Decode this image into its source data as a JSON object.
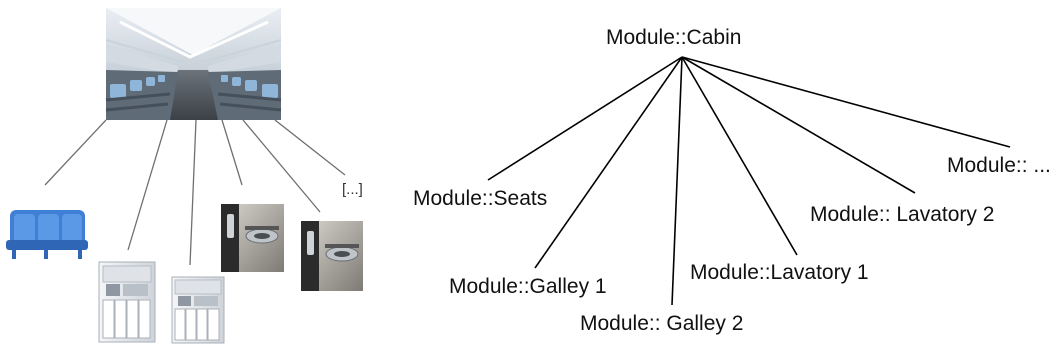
{
  "left_panel": {
    "cabin_photo_icon": "aircraft-cabin-interior",
    "seats_icon": "airline-seat-row",
    "galley_1_icon": "galley-unit",
    "galley_2_icon": "galley-unit",
    "lavatory_1_icon": "lavatory-sink",
    "lavatory_2_icon": "lavatory-sink",
    "more_text": "[...]"
  },
  "tree": {
    "root": "Module::Cabin",
    "children": [
      "Module::Seats",
      "Module::Galley 1",
      "Module:: Galley 2",
      "Module::Lavatory 1",
      "Module:: Lavatory 2",
      "Module:: ..."
    ]
  },
  "colors": {
    "line": "#000000",
    "connector": "#6f6f6f",
    "seat_blue": "#3f7fd6"
  }
}
